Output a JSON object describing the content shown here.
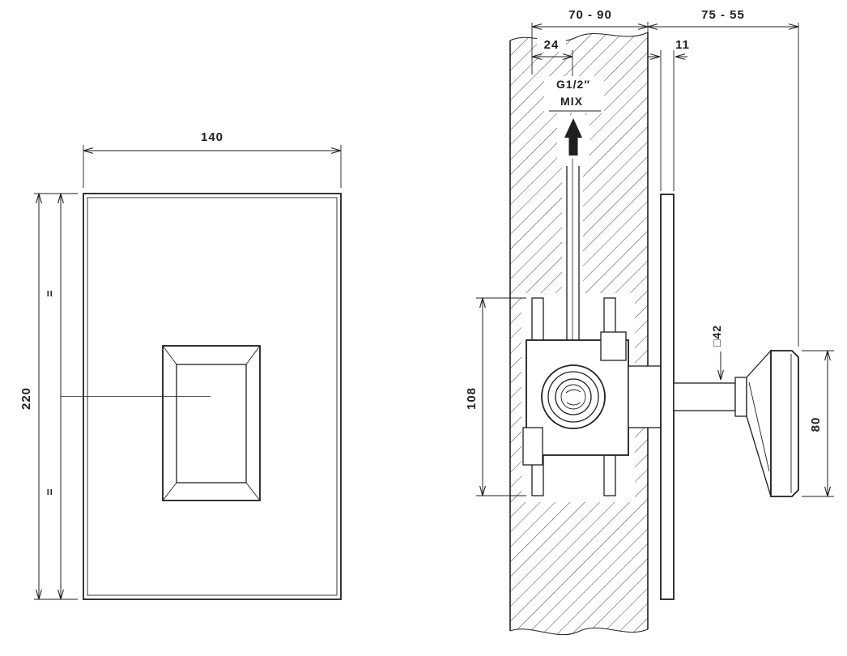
{
  "front": {
    "width": "140",
    "height": "220",
    "equal_top": "=",
    "equal_bottom": "="
  },
  "section": {
    "depth_range": "70 - 90",
    "protrusion_range": "75 - 55",
    "center_offset": "24",
    "plate_thickness": "11",
    "thread": "G1/2″",
    "mix": "MIX",
    "bracket_height": "108",
    "handle_square": "□42",
    "handle_height": "80"
  },
  "colors": {
    "line": "#1f1f1f",
    "background": "#ffffff"
  }
}
